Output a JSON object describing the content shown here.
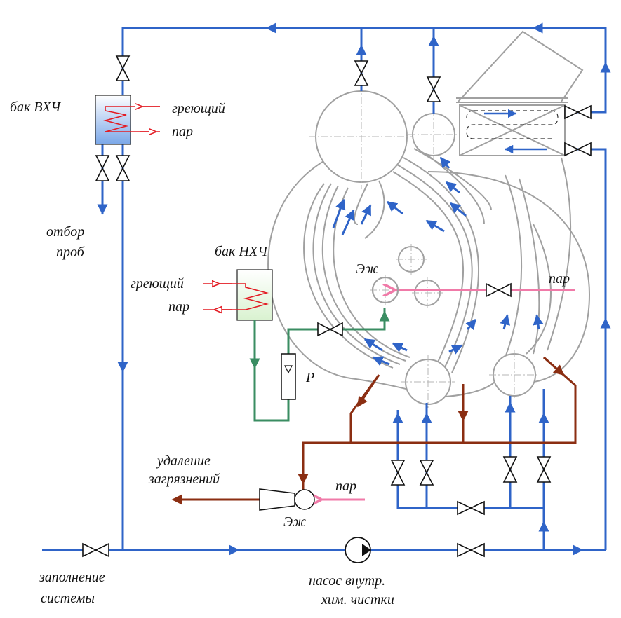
{
  "labels": {
    "tank_vhch": "бак  ВХЧ",
    "heating_steam_top_1": "греющий",
    "heating_steam_top_2": "пар",
    "sample_1": "отбор",
    "sample_2": "проб",
    "tank_nhch": "бак  НХЧ",
    "heating_steam_mid_1": "греющий",
    "heating_steam_mid_2": "пар",
    "ejector_inner": "Эж",
    "steam_right": "пар",
    "flowmeter": "Р",
    "removal_1": "удаление",
    "removal_2": "загрязнений",
    "steam_bottom": "пар",
    "ejector_bottom": "Эж",
    "fill_1": "заполнение",
    "fill_2": "системы",
    "pump_1": "насос  внутр.",
    "pump_2": "хим.  чистки"
  },
  "colors": {
    "water_line": "#2f64c8",
    "chemical_line": "#3a8d62",
    "drain_line": "#8b2e12",
    "steam_line": "#f07aa8",
    "heating_coil": "#e31b23",
    "boiler_outline": "#a0a0a0",
    "tank_fill_top": "#7aa7e8",
    "tank_fill_green": "#d9f2d0"
  },
  "icons": {
    "valve": "valve-icon",
    "pump": "pump-icon",
    "ejector": "ejector-icon",
    "flowmeter": "flowmeter-icon"
  }
}
